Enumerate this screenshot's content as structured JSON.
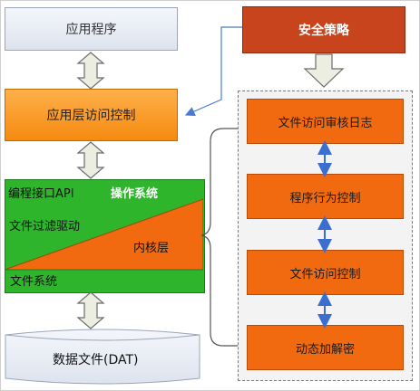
{
  "app_program": "应用程序",
  "app_access_control": "应用层访问控制",
  "security_policy": "安全策略",
  "os": {
    "api_label": "编程接口API",
    "os_label": "操作系统",
    "filter_driver": "文件过滤驱动",
    "kernel": "内核层",
    "file_system": "文件系统"
  },
  "data_file": "数据文件(DAT)",
  "modules": [
    "文件访问审核日志",
    "程序行为控制",
    "文件访问控制",
    "动态加解密"
  ],
  "colors": {
    "orange": "#f26a0f",
    "security": "#c7441d",
    "green": "#2fb52c",
    "arrow_blue": "#3a6fd0"
  }
}
